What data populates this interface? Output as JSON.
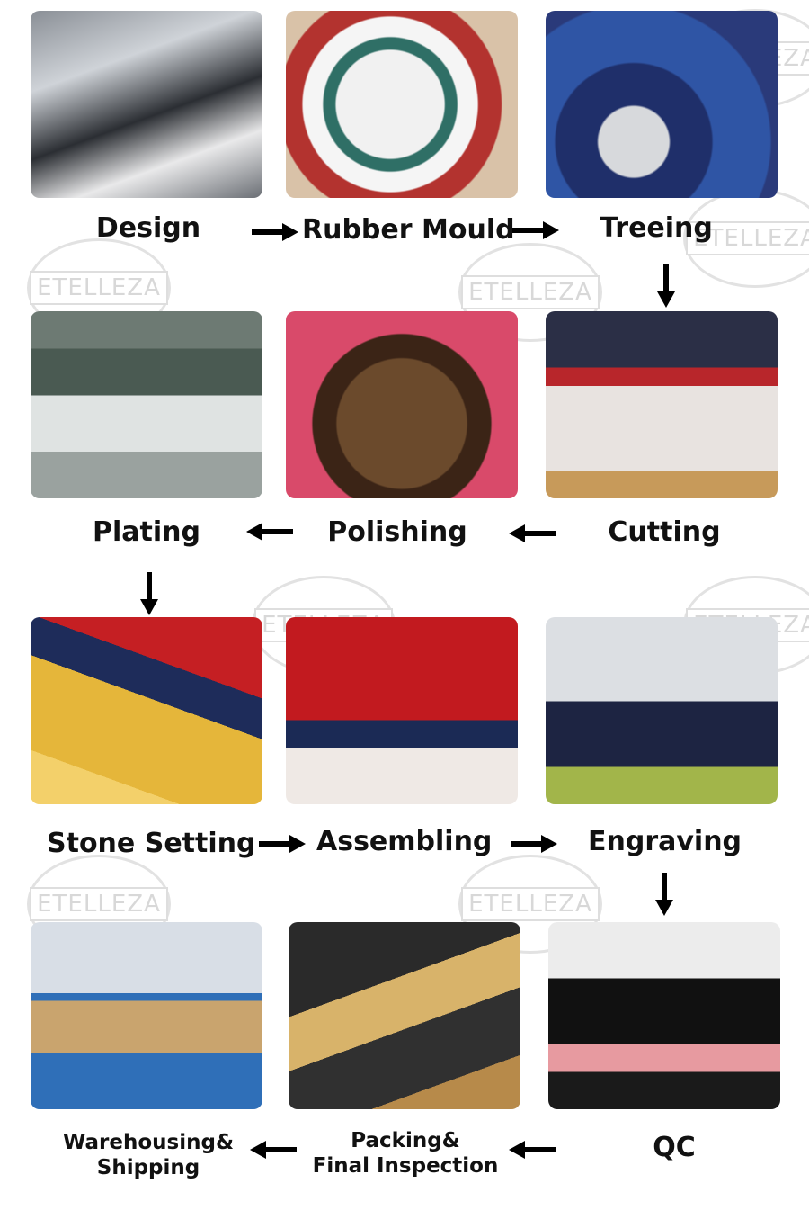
{
  "watermark": "ETELLEZA",
  "steps": {
    "design": "Design",
    "rubber_mould": "Rubber Mould",
    "treeing": "Treeing",
    "cutting": "Cutting",
    "polishing": "Polishing",
    "plating": "Plating",
    "stone_setting": "Stone Setting",
    "assembling": "Assembling",
    "engraving": "Engraving",
    "qc": "QC",
    "packing_line1": "Packing&",
    "packing_line2": "Final Inspection",
    "warehousing_line1": "Warehousing&",
    "warehousing_line2": "Shipping"
  },
  "photo_tags": {
    "design": "design-photo",
    "rubber_mould": "rubber-mould-photo",
    "treeing": "treeing-photo",
    "cutting": "cutting-photo",
    "polishing": "polishing-photo",
    "plating": "plating-photo",
    "stone_setting": "stone-setting-photo",
    "assembling": "assembling-photo",
    "engraving": "engraving-photo",
    "qc": "qc-photo",
    "packing": "packing-photo",
    "warehousing": "warehousing-photo"
  }
}
